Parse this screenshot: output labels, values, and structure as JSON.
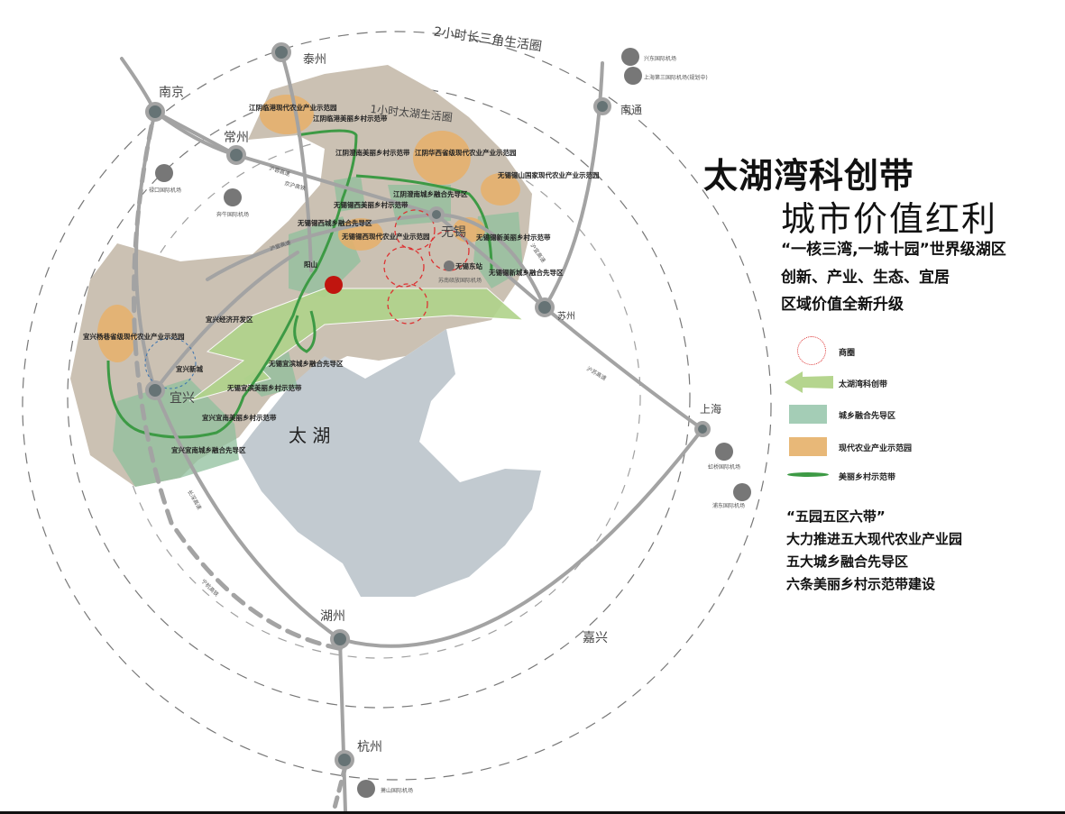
{
  "rings": {
    "outer": "2小时长三角生活圈",
    "inner": "1小时太湖生活圈"
  },
  "cities": [
    "南京",
    "泰州",
    "常州",
    "无锡",
    "南通",
    "苏州",
    "上海",
    "宜兴",
    "湖州",
    "杭州",
    "嘉兴"
  ],
  "airports": [
    "兴东国际机场",
    "上海第三国际机场(规划中)",
    "禄口国际机场",
    "奔牛国际机场",
    "虹桥国际机场",
    "浦东国际机场",
    "萧山国际机场",
    "苏南硕放国际机场"
  ],
  "highways": [
    "沪蓉高速",
    "京沪高铁",
    "沪宜高速",
    "沪宜高速",
    "长深高速",
    "宁杭高铁",
    "沪苏高速"
  ],
  "lake": "太 湖",
  "zones": {
    "jy_lg_farm": "江阴临港现代农业产业示范园",
    "jy_lg_belt": "江阴临港美丽乡村示范带",
    "jy_cn_belt": "江阴澄南美丽乡村示范带",
    "jy_hx_farm": "江阴华西省级现代农业产业示范园",
    "jy_cn_zone": "江阴澄南城乡融合先导区",
    "wx_ss_farm": "无锡锡山国家现代农业产业示范园",
    "wx_xx_belt": "无锡锡西美丽乡村示范带",
    "wx_xx_zone": "无锡锡西城乡融合先导区",
    "wx_xx_farm": "无锡锡西现代农业产业示范园",
    "wx_xs_belt": "无锡锡新美丽乡村示范带",
    "wx_xs_zone": "无锡锡新城乡融合先导区",
    "wx_yb_zone": "无锡宜滨城乡融合先导区",
    "wx_yb_belt": "无锡宜滨美丽乡村示范带",
    "yx_yx_farm": "宜兴杨巷省级现代农业产业示范园",
    "yx_yn_belt": "宜兴宜南美丽乡村示范带",
    "yx_yn_zone": "宜兴宜南城乡融合先导区",
    "yx_dev": "宜兴经济开发区",
    "yx_new": "宜兴新城",
    "yangshan": "阳山",
    "wx_east": "无锡东站"
  },
  "title": "太湖湾科创带",
  "subtitle": "城市价值红利",
  "points": [
    "“一核三湾,一城十园”世界级湖区",
    "创新、产业、生态、宜居",
    "区域价值全新升级"
  ],
  "legend": [
    {
      "label": "商圈",
      "color": "#d33"
    },
    {
      "label": "太湖湾科创带",
      "color": "#b5d58e"
    },
    {
      "label": "城乡融合先导区",
      "color": "#a4cdb6"
    },
    {
      "label": "现代农业产业示范园",
      "color": "#e8b878"
    },
    {
      "label": "美丽乡村示范带",
      "color": "#3d9a45"
    }
  ],
  "bottom": [
    "“五园五区六带”",
    "大力推进五大现代农业产业园",
    "五大城乡融合先导区",
    "六条美丽乡村示范带建设"
  ]
}
